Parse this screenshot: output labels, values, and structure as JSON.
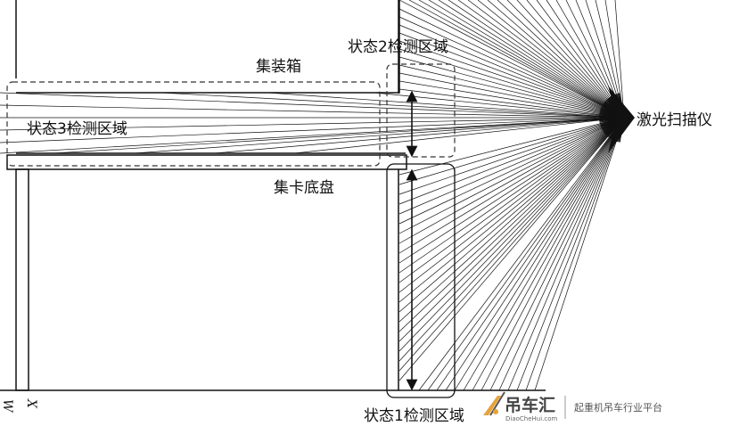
{
  "labels": {
    "container": "集装箱",
    "scanner": "激光扫描仪",
    "state1": "状态1检测区域",
    "state2": "状态2检测区域",
    "state3": "状态3检测区域",
    "chassis": "集卡底盘",
    "axis_w": "W",
    "axis_x": "X"
  },
  "watermark": {
    "brand": "吊车汇",
    "url": "DiaoCheHui.com",
    "slogan": "起重机吊车行业平台"
  },
  "colors": {
    "line": "#111111",
    "dashed": "#333333",
    "logo_accent": "#e8a23a"
  }
}
